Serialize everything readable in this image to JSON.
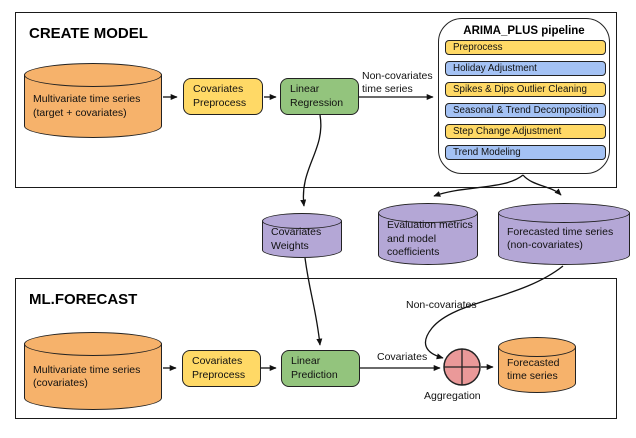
{
  "colors": {
    "orange": "#F6B26B",
    "yellow": "#FFD966",
    "green": "#93C47D",
    "purple": "#B4A7D6",
    "blue": "#A4C2F4",
    "red": "#EA9999"
  },
  "create_model": {
    "title": "CREATE MODEL",
    "source": "Multivariate time series\n(target + covariates)",
    "preprocess": "Covariates\nPreprocess",
    "regression": "Linear\nRegression",
    "arrow_label": "Non-covariates\ntime series",
    "pipeline": {
      "title": "ARIMA_PLUS pipeline",
      "steps": [
        {
          "label": "Preprocess",
          "color": "yellow"
        },
        {
          "label": "Holiday Adjustment",
          "color": "blue"
        },
        {
          "label": "Spikes & Dips Outlier Cleaning",
          "color": "yellow"
        },
        {
          "label": "Seasonal & Trend Decomposition",
          "color": "blue"
        },
        {
          "label": "Step Change Adjustment",
          "color": "yellow"
        },
        {
          "label": "Trend Modeling",
          "color": "blue"
        }
      ]
    }
  },
  "intermediate": {
    "covariates_weights": "Covariates\nWeights",
    "evaluation_metrics": "Evaluation metrics\nand model\ncoefficients",
    "forecast_noncovariates": "Forecasted time series\n(non-covariates)"
  },
  "ml_forecast": {
    "title": "ML.FORECAST",
    "source": "Multivariate time series\n(covariates)",
    "preprocess": "Covariates\nPreprocess",
    "prediction": "Linear\nPrediction",
    "covariates_label": "Covariates",
    "noncovariates_label": "Non-covariates",
    "aggregation_label": "Aggregation",
    "output": "Forecasted\ntime series"
  }
}
